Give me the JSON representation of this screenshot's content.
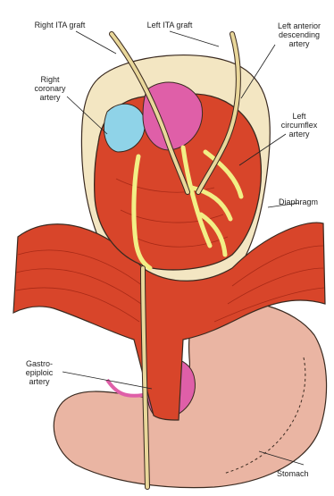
{
  "labels": {
    "right_ita_graft": "Right ITA graft",
    "left_ita_graft": "Left ITA graft",
    "lad": "Left anterior\ndescending\nartery",
    "right_coronary": "Right\ncoronary\nartery",
    "left_circumflex": "Left\ncircumflex\nartery",
    "diaphragm": "Diaphragm",
    "gastroepiploic": "Gastro-\nepiploic\nartery",
    "stomach": "Stomach"
  },
  "colors": {
    "muscle": "#d8452a",
    "muscle_dark": "#a82a17",
    "pericardium": "#f3e6c2",
    "stomach": "#eab5a3",
    "graft": "#e9d79a",
    "vessel_yellow": "#f2ef86",
    "atrium_pink": "#df5fa8",
    "atrium_blue": "#8fd3e8",
    "outline": "#3a2a20"
  }
}
